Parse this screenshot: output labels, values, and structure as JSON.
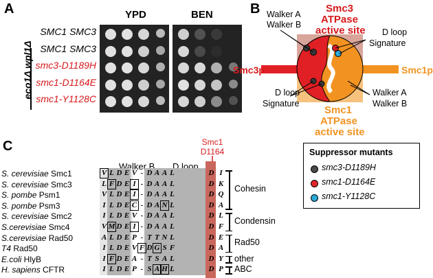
{
  "panelA": {
    "letter": "A",
    "conditions": [
      "YPD",
      "BEN"
    ],
    "genotype": "eco1Δ wpl1Δ",
    "strains": [
      {
        "name": "SMC1 SMC3",
        "color": "#000000"
      },
      {
        "name": "SMC1 SMC3",
        "color": "#000000"
      },
      {
        "name": "smc3-D1189H",
        "color": "#d7191c"
      },
      {
        "name": "smc1-D1164E",
        "color": "#d7191c"
      },
      {
        "name": "smc1-Y1128C",
        "color": "#d7191c"
      }
    ]
  },
  "panelB": {
    "letter": "B",
    "smc3_title": "Smc3",
    "smc3_sub1": "ATPase",
    "smc3_sub2": "active site",
    "smc1_title": "Smc1",
    "smc1_sub1": "ATPase",
    "smc1_sub2": "active site",
    "walkerA_top": "Walker A",
    "walkerB_top": "Walker B",
    "dloop_top": "D loop",
    "signature_top": "Signature",
    "dloop_left": "D loop",
    "signature_left": "Signature",
    "walkerA_right": "Walker A",
    "walkerB_right": "Walker B",
    "smc3p": "Smc3p",
    "smc1p": "Smc1p",
    "suppressor_title": "Suppressor mutants",
    "mutants": [
      {
        "name": "smc3-D1189H",
        "color": "#4a4a4a"
      },
      {
        "name": "smc1-D1164E",
        "color": "#e0262b"
      },
      {
        "name": "smc1-Y1128C",
        "color": "#2aa8d8"
      }
    ]
  },
  "panelC": {
    "letter": "C",
    "walkerB_label": "Walker B",
    "dloop_label": "D loop",
    "arrow_label1": "Smc1",
    "arrow_label2": "D1164",
    "organisms": [
      {
        "italic": "S. cerevisiae",
        "name": " Smc1",
        "seq": [
          "V",
          "L",
          "D",
          "E",
          "V",
          "-",
          "D",
          "A",
          "A",
          "L",
          "D",
          "I"
        ]
      },
      {
        "italic": "S. cerevisiae",
        "name": " Smc3",
        "seq": [
          "L",
          "F",
          "D",
          "E",
          "I",
          "-",
          "D",
          "A",
          "A",
          "L",
          "D",
          "K"
        ]
      },
      {
        "italic": "S. pombe",
        "name": " Psm1",
        "seq": [
          "V",
          "L",
          "D",
          "E",
          "I",
          "-",
          "D",
          "A",
          "A",
          "L",
          "D",
          "Q"
        ]
      },
      {
        "italic": "S. pombe",
        "name": " Psm3",
        "seq": [
          "I",
          "L",
          "D",
          "E",
          "C",
          "-",
          "D",
          "A",
          "N",
          "L",
          "D",
          "A"
        ]
      },
      {
        "italic": "S. cerevisiae",
        "name": " Smc2",
        "seq": [
          "I",
          "L",
          "D",
          "E",
          "V",
          "-",
          "D",
          "A",
          "A",
          "L",
          "D",
          "L"
        ]
      },
      {
        "italic": "S.cerevisiae",
        "name": " Smc4",
        "seq": [
          "V",
          "M",
          "D",
          "E",
          "I",
          "-",
          "D",
          "A",
          "A",
          "L",
          "D",
          "F"
        ]
      },
      {
        "italic": "S.cerevisiae",
        "name": " Rad50",
        "seq": [
          "A",
          "L",
          "D",
          "E",
          "P",
          "-",
          "T",
          "T",
          "N",
          "L",
          "D",
          "E"
        ]
      },
      {
        "italic": "T4",
        "name": " Rad50",
        "seq": [
          "I",
          "L",
          "D",
          "E",
          "V",
          "F",
          "D",
          "G",
          "S",
          "F",
          "D",
          "A"
        ]
      },
      {
        "italic": "E.coli",
        "name": " HlyB",
        "seq": [
          "I",
          "F",
          "D",
          "E",
          "A",
          "-",
          "T",
          "S",
          "A",
          "L",
          "D",
          "Y"
        ]
      },
      {
        "italic": "H. sapiens",
        "name": " CFTR",
        "seq": [
          "I",
          "L",
          "D",
          "E",
          "P",
          "-",
          "S",
          "A",
          "H",
          "L",
          "D",
          "P"
        ]
      }
    ],
    "groups": [
      "Cohesin",
      "Condensin",
      "Rad50",
      "other",
      "ABC"
    ]
  }
}
